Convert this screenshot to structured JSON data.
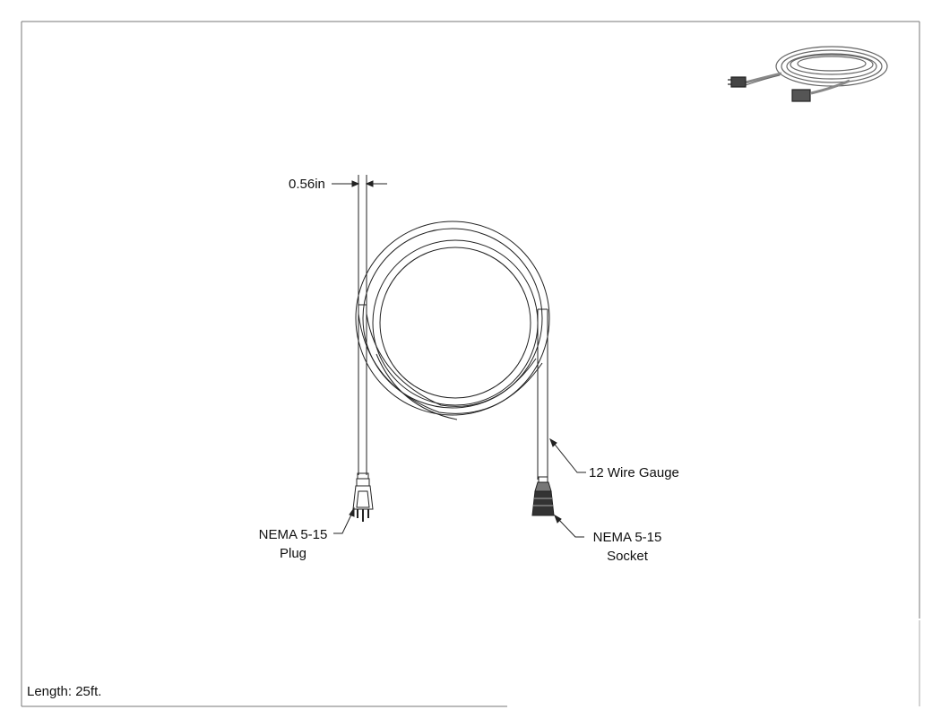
{
  "dimension": {
    "width_label": "0.56in"
  },
  "callouts": {
    "wire_gauge": "12 Wire Gauge",
    "plug_line1": "NEMA 5-15",
    "plug_line2": "Plug",
    "socket_line1": "NEMA 5-15",
    "socket_line2": "Socket"
  },
  "footer": {
    "length": "Length: 25ft."
  },
  "colors": {
    "line": "#222222",
    "frame": "#777777",
    "thumb": "#b8b8b8"
  }
}
